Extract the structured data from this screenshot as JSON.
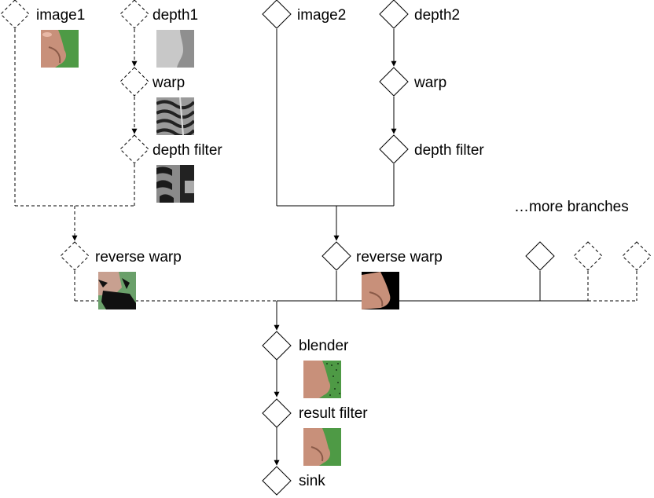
{
  "labels": {
    "image1": "image1",
    "depth1": "depth1",
    "warp1": "warp",
    "depth_filter1": "depth filter",
    "image2": "image2",
    "depth2": "depth2",
    "warp2": "warp",
    "depth_filter2": "depth filter",
    "more_branches": "…more branches",
    "reverse_warp1": "reverse warp",
    "reverse_warp2": "reverse warp",
    "blender": "blender",
    "result_filter": "result filter",
    "sink": "sink"
  },
  "colors": {
    "line": "#000000",
    "skin": "#c8907a",
    "green_bg": "#4e9a45",
    "depth_light": "#c8c8c8",
    "depth_dark": "#606060",
    "black": "#000000"
  },
  "icons": {
    "node": "diamond-node-icon",
    "pending_node": "dashed-diamond-node-icon"
  }
}
